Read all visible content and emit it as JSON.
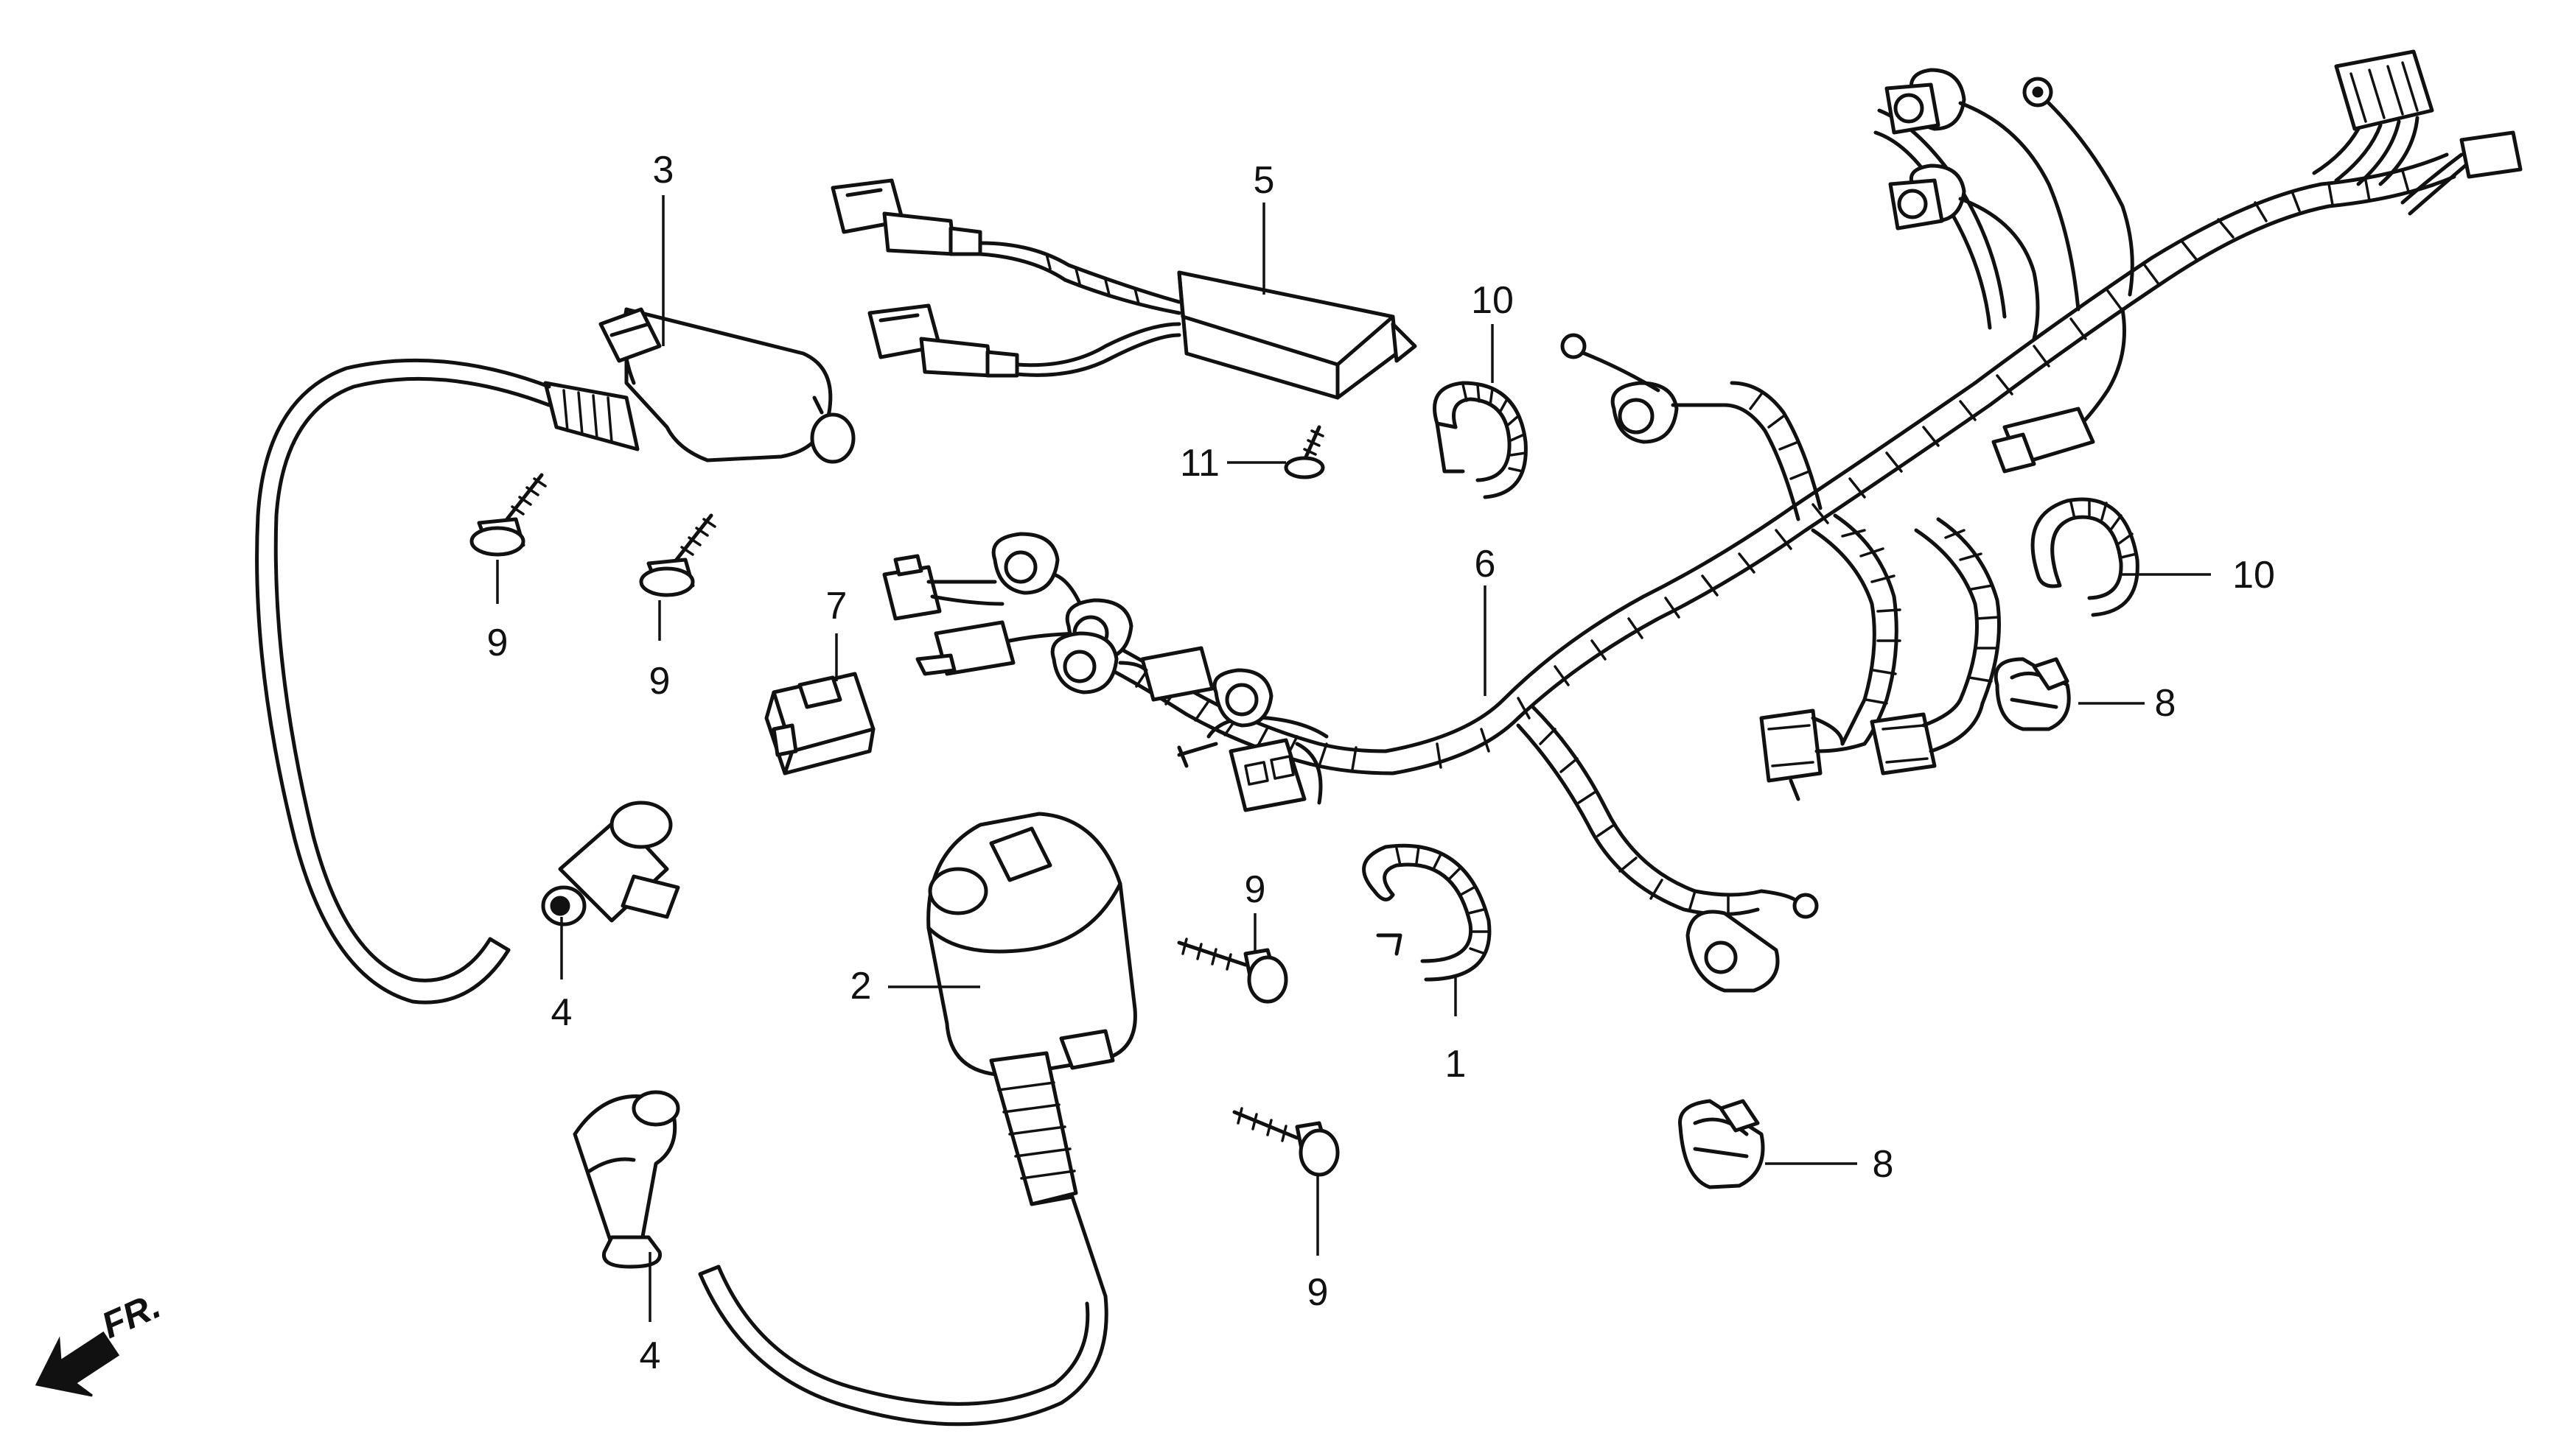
{
  "diagram": {
    "orientation_marker": "FR.",
    "callouts": [
      {
        "id": "c1",
        "label": "1"
      },
      {
        "id": "c2",
        "label": "2"
      },
      {
        "id": "c3",
        "label": "3"
      },
      {
        "id": "c4a",
        "label": "4"
      },
      {
        "id": "c4b",
        "label": "4"
      },
      {
        "id": "c5",
        "label": "5"
      },
      {
        "id": "c6",
        "label": "6"
      },
      {
        "id": "c7",
        "label": "7"
      },
      {
        "id": "c8a",
        "label": "8"
      },
      {
        "id": "c8b",
        "label": "8"
      },
      {
        "id": "c9a",
        "label": "9"
      },
      {
        "id": "c9b",
        "label": "9"
      },
      {
        "id": "c9c",
        "label": "9"
      },
      {
        "id": "c9d",
        "label": "9"
      },
      {
        "id": "c10a",
        "label": "10"
      },
      {
        "id": "c10b",
        "label": "10"
      },
      {
        "id": "c11",
        "label": "11"
      }
    ]
  }
}
